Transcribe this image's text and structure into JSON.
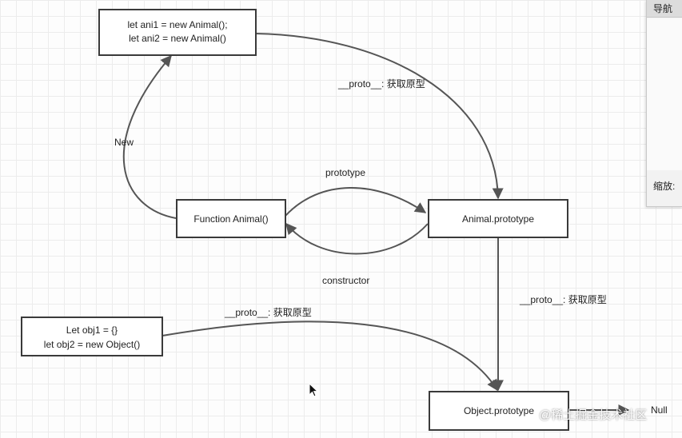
{
  "nodes": {
    "instances": [
      "let ani1 = new Animal();",
      "let ani2 = new Animal()"
    ],
    "function_animal": "Function Animal()",
    "animal_prototype": "Animal.prototype",
    "objects": [
      "Let obj1 = {}",
      "let obj2 = new Object()"
    ],
    "object_prototype": "Object.prototype",
    "null_label": "Null"
  },
  "edges": {
    "new": "New",
    "proto_top": "__proto__: 获取原型",
    "prototype": "prototype",
    "constructor": "constructor",
    "proto_right": "__proto__: 获取原型",
    "proto_bottom": "__proto__: 获取原型"
  },
  "navigator": {
    "title": "导航",
    "zoom_label": "缩放:"
  },
  "watermark": "@稀土掘金技术社区",
  "colors": {
    "stroke": "#555555",
    "node_border": "#3a3a3a",
    "grid": "#ececec"
  }
}
